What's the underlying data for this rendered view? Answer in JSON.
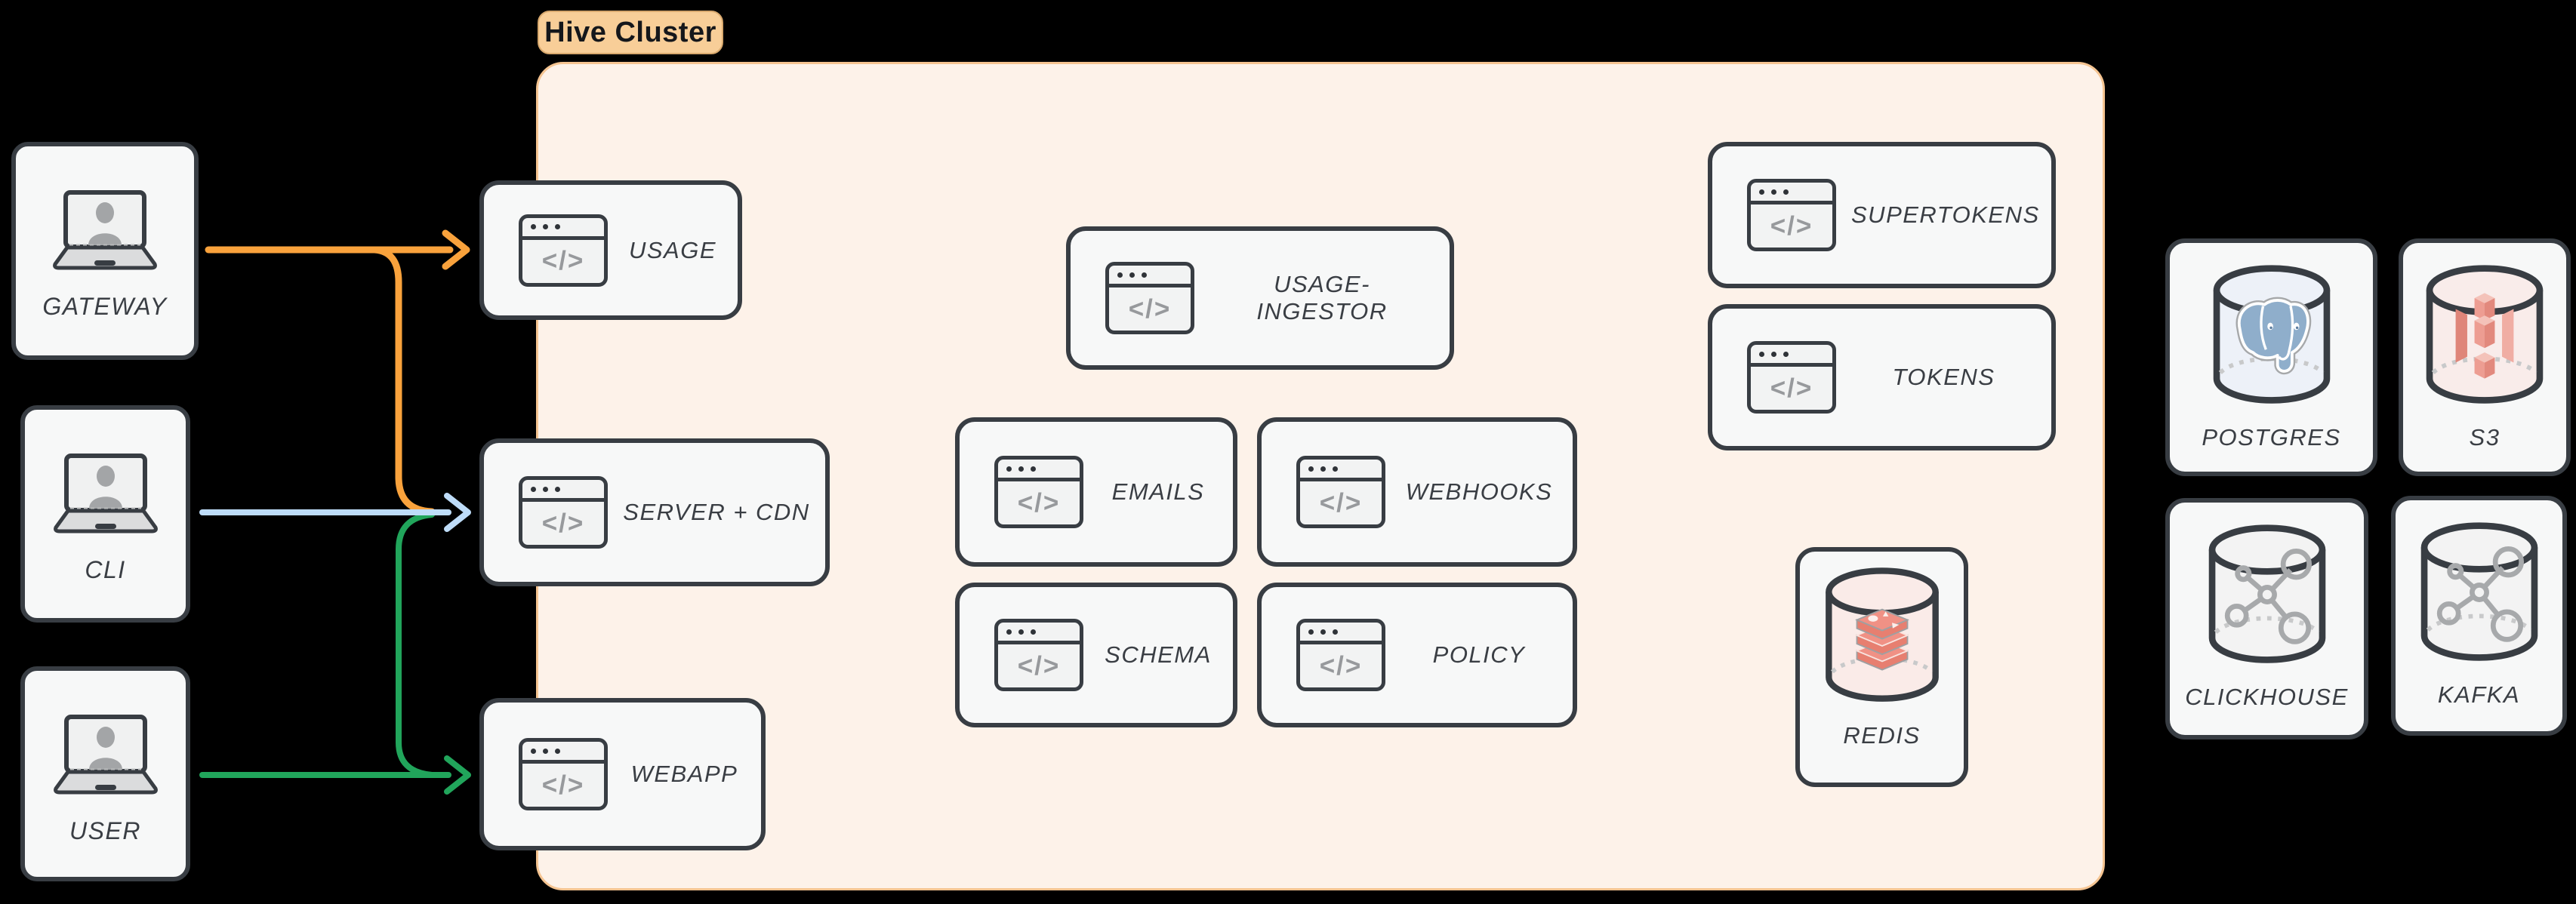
{
  "cluster": {
    "label": "Hive Cluster"
  },
  "glyphs": {
    "code": "</>"
  },
  "clients": {
    "gateway": {
      "label": "GATEWAY"
    },
    "cli": {
      "label": "CLI"
    },
    "user": {
      "label": "USER"
    }
  },
  "services": {
    "usage": {
      "label": "USAGE"
    },
    "server_cdn": {
      "label": "SERVER + CDN"
    },
    "webapp": {
      "label": "WEBAPP"
    },
    "usage_ingestor": {
      "label": "USAGE-INGESTOR"
    },
    "emails": {
      "label": "EMAILS"
    },
    "webhooks": {
      "label": "WEBHOOKS"
    },
    "schema": {
      "label": "SCHEMA"
    },
    "policy": {
      "label": "POLICY"
    },
    "supertokens": {
      "label": "SUPERTOKENS"
    },
    "tokens": {
      "label": "TOKENS"
    }
  },
  "datastores": {
    "redis": {
      "label": "REDIS"
    },
    "postgres": {
      "label": "POSTGRES"
    },
    "s3": {
      "label": "S3"
    },
    "clickhouse": {
      "label": "CLICKHOUSE"
    },
    "kafka": {
      "label": "KAFKA"
    }
  },
  "edges": [
    {
      "from": "GATEWAY",
      "to": "USAGE",
      "color": "#F9A23C"
    },
    {
      "from": "GATEWAY",
      "to": "SERVER + CDN",
      "color": "#F9A23C"
    },
    {
      "from": "CLI",
      "to": "SERVER + CDN",
      "color": "#BEDCF8"
    },
    {
      "from": "USER",
      "to": "SERVER + CDN",
      "color": "#21A55B"
    },
    {
      "from": "USER",
      "to": "WEBAPP",
      "color": "#21A55B"
    }
  ],
  "icons": {
    "client": "laptop-user-icon",
    "service": "code-window-icon",
    "redis": "redis-database-icon",
    "postgres": "postgres-database-icon",
    "s3": "s3-database-icon",
    "clickhouse": "node-graph-database-icon",
    "kafka": "node-graph-database-icon"
  },
  "colors": {
    "background": "#000000",
    "cluster_fill": "#FDF2E9",
    "cluster_border": "#F5C491",
    "badge_fill": "#F8CE98",
    "node_fill": "#F7F8F8",
    "node_border": "#383D43",
    "arrow_orange": "#F9A23C",
    "arrow_blue": "#BEDCF8",
    "arrow_green": "#21A55B",
    "postgres_blue": "#8FAECB",
    "redis_red": "#F09185",
    "s3_red": "#E2897D"
  }
}
